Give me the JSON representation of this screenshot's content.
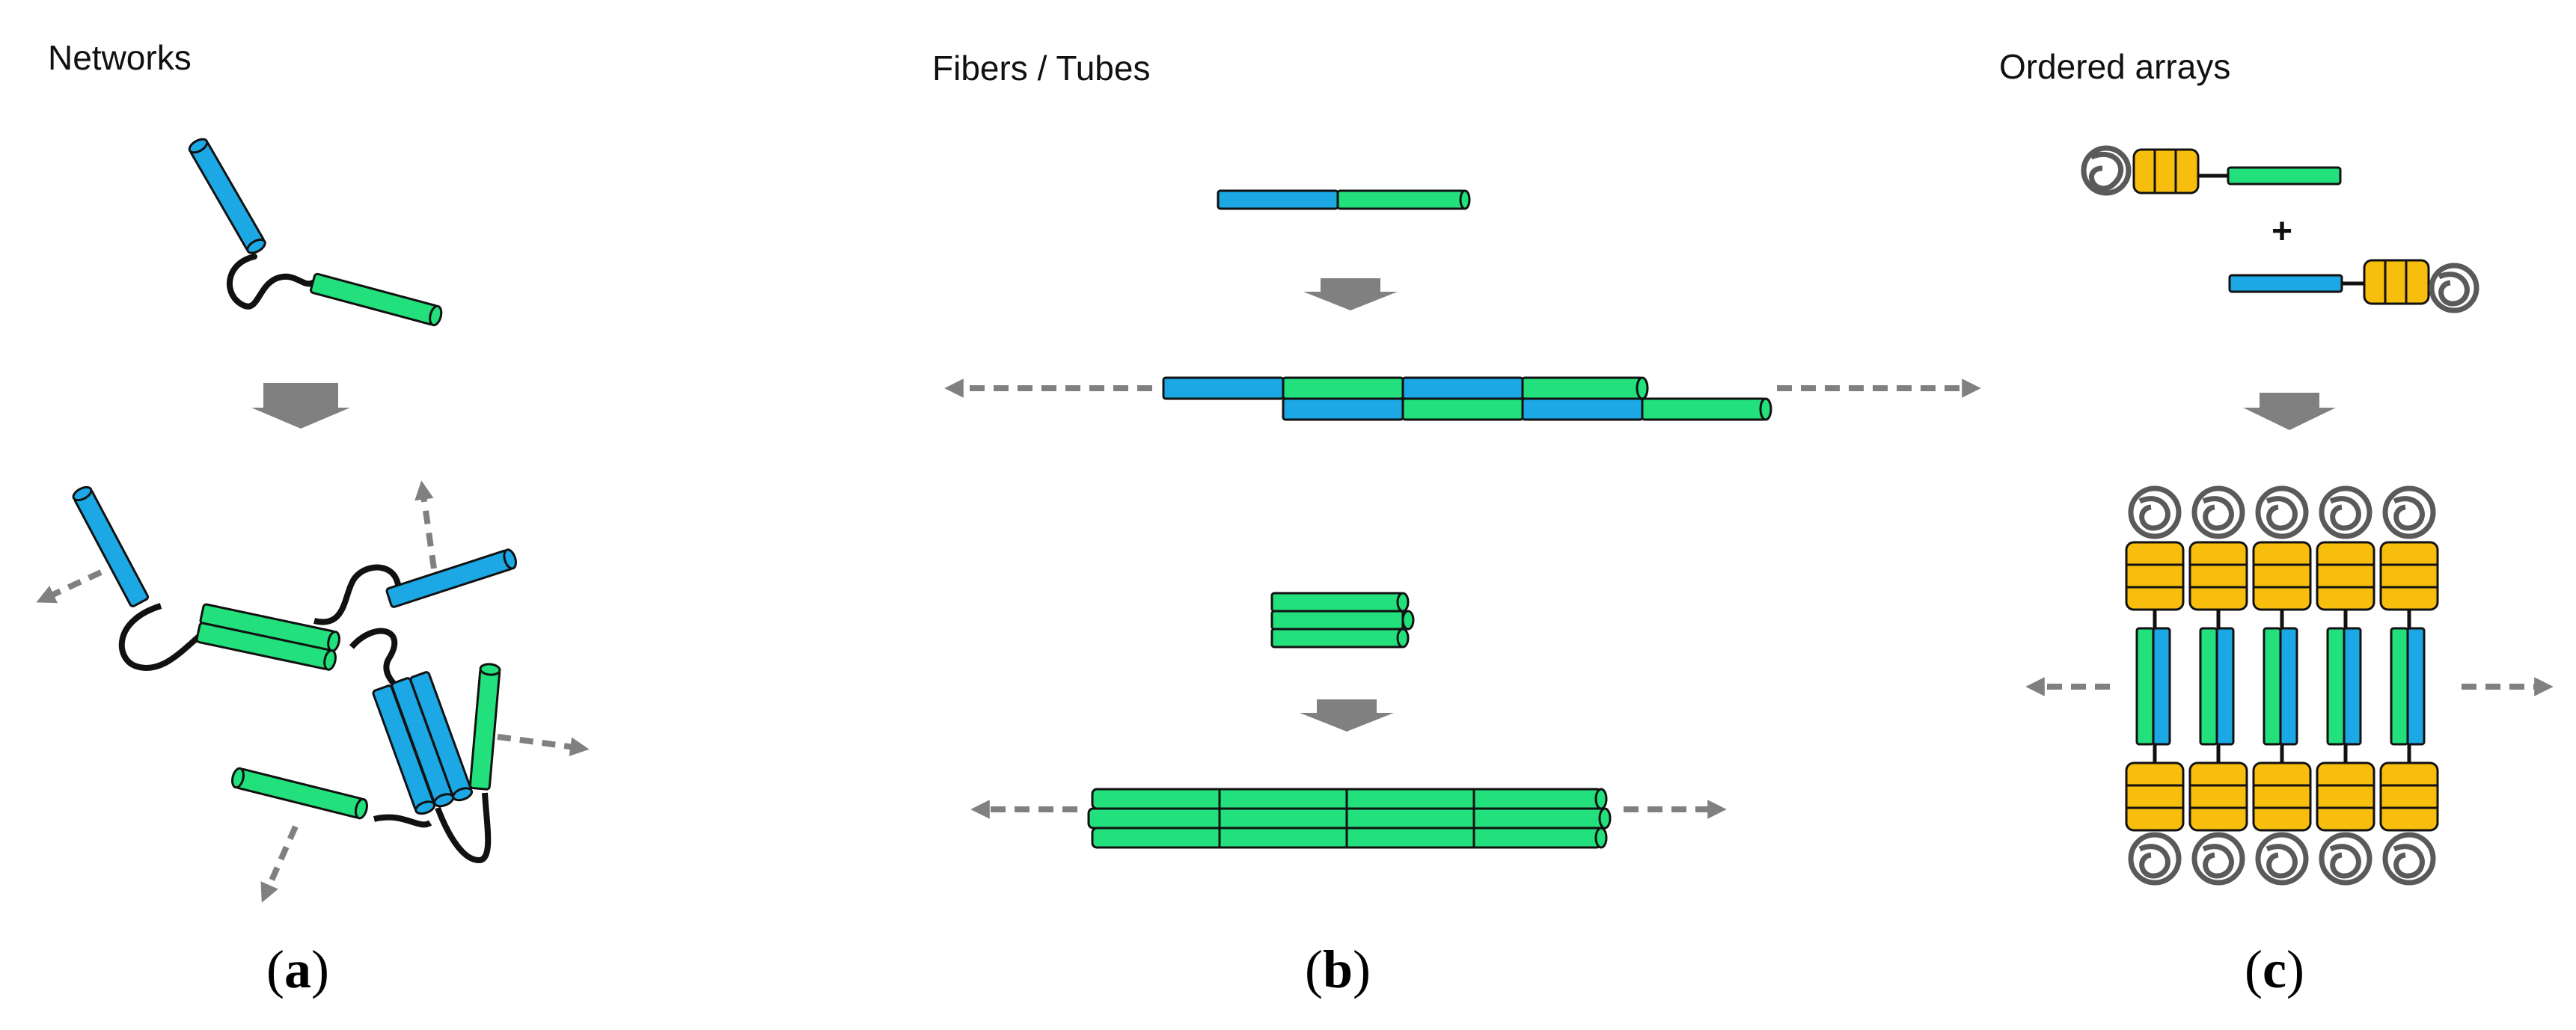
{
  "panels": [
    {
      "id": "a",
      "title": "Networks",
      "label_open": "(",
      "label_letter": "a",
      "label_close": ")"
    },
    {
      "id": "b",
      "title": "Fibers / Tubes",
      "label_open": "(",
      "label_letter": "b",
      "label_close": ")"
    },
    {
      "id": "c",
      "title": "Ordered arrays",
      "label_open": "(",
      "label_letter": "c",
      "label_close": ")"
    }
  ],
  "plus_sign": "+",
  "colors": {
    "helix_blue": "#1BA8E4",
    "helix_green": "#22E07C",
    "domain_yellow": "#F7BE0E",
    "coil_gray": "#5A5A5A",
    "arrow_gray": "#808080",
    "outline": "#111111"
  }
}
